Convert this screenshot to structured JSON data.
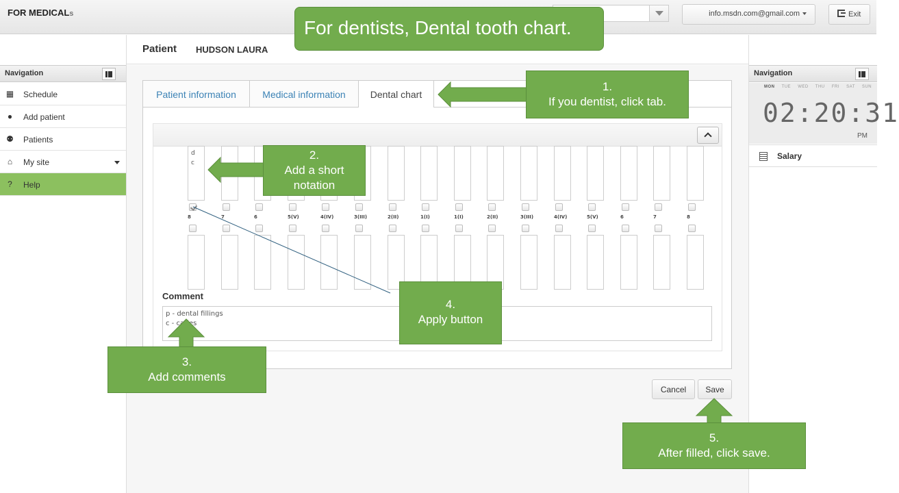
{
  "app": {
    "brand": "FOR MEDICAL",
    "brand_suffix": "s"
  },
  "topbar": {
    "user_email": "info.msdn.com@gmail.com",
    "exit_label": "Exit"
  },
  "left_nav": {
    "header": "Navigation",
    "items": [
      {
        "label": "Schedule",
        "icon": "calendar-icon"
      },
      {
        "label": "Add patient",
        "icon": "user-icon"
      },
      {
        "label": "Patients",
        "icon": "users-icon"
      },
      {
        "label": "My site",
        "icon": "home-icon"
      },
      {
        "label": "Help",
        "icon": "question-icon"
      }
    ]
  },
  "patient": {
    "label": "Patient",
    "name": "HUDSON LAURA"
  },
  "tabs": [
    {
      "label": "Patient information"
    },
    {
      "label": "Medical information"
    },
    {
      "label": "Dental chart"
    }
  ],
  "dental_chart": {
    "tooth_numbers": [
      "8",
      "7",
      "6",
      "5(V)",
      "4(IV)",
      "3(III)",
      "2(II)",
      "1(I)",
      "1(I)",
      "2(II)",
      "3(III)",
      "4(IV)",
      "5(V)",
      "6",
      "7",
      "8"
    ],
    "upper_notes": [
      "d\nc",
      "",
      "",
      "",
      "",
      "",
      "",
      "",
      "",
      "",
      "",
      "",
      "",
      "",
      "",
      ""
    ],
    "upper_checked": [
      true,
      false,
      false,
      false,
      false,
      false,
      false,
      false,
      false,
      false,
      false,
      false,
      false,
      false,
      false,
      false
    ],
    "lower_checked": [
      false,
      false,
      false,
      false,
      false,
      false,
      false,
      false,
      false,
      false,
      false,
      false,
      false,
      false,
      false,
      false
    ]
  },
  "comment": {
    "label": "Comment",
    "value": "p - dental fillings\nc - caries"
  },
  "buttons": {
    "cancel": "Cancel",
    "save": "Save"
  },
  "right_panel": {
    "header": "Navigation",
    "clock_days": [
      "MON",
      "TUE",
      "WED",
      "THU",
      "FRI",
      "SAT",
      "SUN"
    ],
    "clock_time": "02:20:31",
    "clock_ampm": "PM",
    "salary_label": "Salary"
  },
  "annotations": {
    "title": "For dentists, Dental  tooth chart.",
    "step1": [
      "1.",
      "If you dentist,  click tab."
    ],
    "step2": [
      "2.",
      "Add a short",
      "notation"
    ],
    "step3": [
      "3.",
      "Add comments"
    ],
    "step4": [
      "4.",
      "Apply button"
    ],
    "step5": [
      "5.",
      "After filled, click save."
    ]
  },
  "colors": {
    "accent_green": "#72ac4d",
    "nav_active": "#8cc05f",
    "tab_link": "#3b82b5"
  }
}
